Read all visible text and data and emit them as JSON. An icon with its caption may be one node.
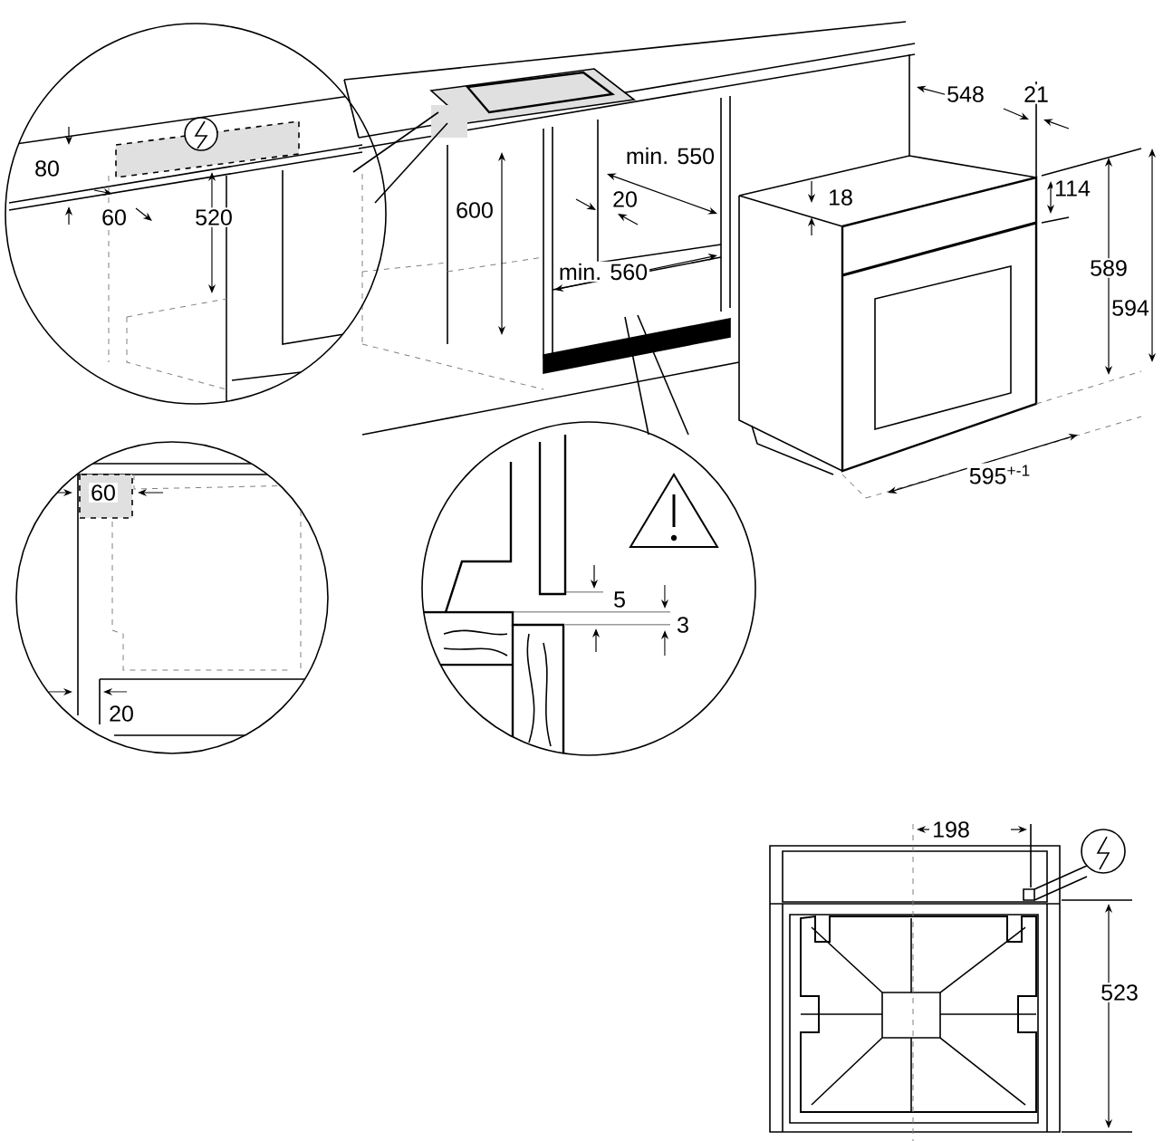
{
  "diagram": {
    "labels": [
      "548",
      "21",
      "80",
      "min. 550",
      "114",
      "20",
      "18",
      "60",
      "520",
      "600",
      "589",
      "594",
      "min. 560",
      "595$^{+-1}$",
      "60",
      "5",
      "3",
      "20",
      "198",
      "523"
    ]
  }
}
